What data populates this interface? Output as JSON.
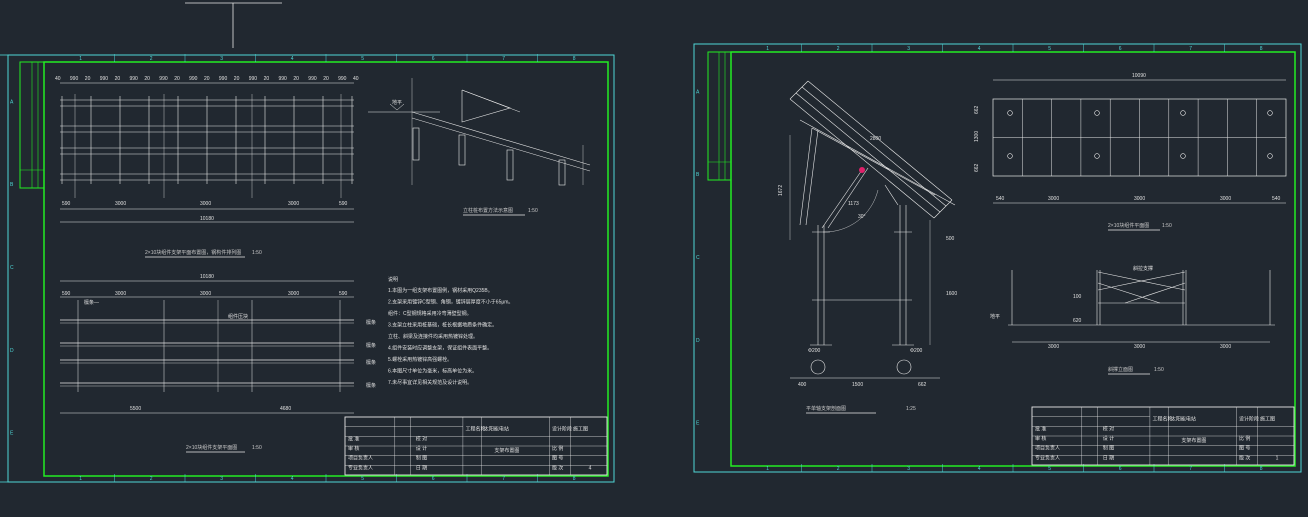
{
  "colors": {
    "background": "#212830",
    "frame_outer": "#4fd6d6",
    "frame_inner": "#22ee22",
    "linework": "#e8e8e8",
    "highlight": "#e0206a"
  },
  "left_sheet": {
    "plan_top": {
      "dim_row": [
        "40",
        "990",
        "20",
        "990",
        "20",
        "990",
        "20",
        "990",
        "20",
        "990",
        "20",
        "990",
        "20",
        "990",
        "20",
        "990",
        "20",
        "990",
        "20",
        "990",
        "40"
      ],
      "bottom_dims": [
        "590",
        "3000",
        "3000",
        "3000",
        "590"
      ],
      "total": "10180",
      "title": "2×10块组件支架平面布置图，钢构件排列图",
      "scale": "1:50"
    },
    "section": {
      "title": "立柱桩布置方法示意图",
      "scale": "1:50",
      "ground_label": "地平"
    },
    "plan_bottom": {
      "total": "10180",
      "top_dims": [
        "590",
        "3000",
        "3000",
        "3000",
        "590"
      ],
      "bottom_dims": [
        "5500",
        "4680"
      ],
      "rail_labels": [
        "檩条",
        "檩条",
        "檩条",
        "檩条"
      ],
      "callouts": [
        "檩条—",
        "组件压块"
      ],
      "title": "2×10块组件支架平面图",
      "scale": "1:50"
    },
    "notes": {
      "heading": "说明",
      "items": [
        "1.本图为一组支架布置图例，钢材采用Q235B。",
        "2.支架采用镀锌C型钢、角钢，镀锌层厚度不小于65μm。",
        "  组件：C型钢规格采用冷弯薄壁型钢。",
        "3.支架立柱采用桩基础，桩长根据地质条件确定。",
        "  立柱、斜梁及连接件均采用热镀锌处理。",
        "4.组件安装时应调整支架，保证组件表面平整。",
        "5.螺栓采用热镀锌高强螺栓。",
        "6.本图尺寸单位为毫米，标高单位为米。",
        "7.未尽事宜详见相关规范及设计说明。"
      ]
    },
    "title_block": {
      "rows_left": [
        "批 准",
        "审 核",
        "项目负责人",
        "专业负责人"
      ],
      "rows_mid": [
        "校 对",
        "设 计",
        "制 图",
        "日 期"
      ],
      "project_label": "工程名称",
      "project_value": "太阳能电站",
      "phase_label": "设计阶段",
      "phase_value": "施工图",
      "drawing_title": "支架布置图",
      "scale_label": "比 例",
      "sheet_label": "图 号",
      "version_label": "版 次",
      "sheet_no": "4"
    },
    "ruler_top": [
      "1",
      "2",
      "3",
      "4",
      "5",
      "6",
      "7",
      "8"
    ],
    "ruler_side": [
      "A",
      "B",
      "C",
      "D",
      "E"
    ]
  },
  "right_sheet": {
    "section": {
      "dims": [
        "2800",
        "1173",
        "1672",
        "500",
        "1600",
        "662",
        "1500",
        "400"
      ],
      "angle": "30°",
      "pile_labels": [
        "Φ200",
        "Φ200"
      ],
      "title": "平单轴支架剖面图",
      "scale": "1:25"
    },
    "plan": {
      "total": "10090",
      "top_dims": [
        "540",
        "3000",
        "3000",
        "3000",
        "540"
      ],
      "side_dims": [
        "662",
        "1300",
        "662"
      ],
      "title": "2×10块组件平面图",
      "scale": "1:50"
    },
    "brace": {
      "label": "斜拉支撑",
      "dims": [
        "3000",
        "3000",
        "3000"
      ],
      "side_dims": [
        "100",
        "620"
      ],
      "ground_label": "地平",
      "title": "斜撑立面图",
      "scale": "1:50"
    },
    "title_block": {
      "rows_left": [
        "批 准",
        "审 核",
        "项目负责人",
        "专业负责人"
      ],
      "rows_mid": [
        "校 对",
        "设 计",
        "制 图",
        "日 期"
      ],
      "project_label": "工程名称",
      "project_value": "太阳能电站",
      "phase_label": "设计阶段",
      "phase_value": "施工图",
      "drawing_title": "支架布置图",
      "scale_label": "比 例",
      "sheet_label": "图 号",
      "version_label": "版 次",
      "sheet_no": "1"
    },
    "ruler_top": [
      "1",
      "2",
      "3",
      "4",
      "5",
      "6",
      "7",
      "8"
    ],
    "ruler_side": [
      "A",
      "B",
      "C",
      "D",
      "E"
    ]
  }
}
